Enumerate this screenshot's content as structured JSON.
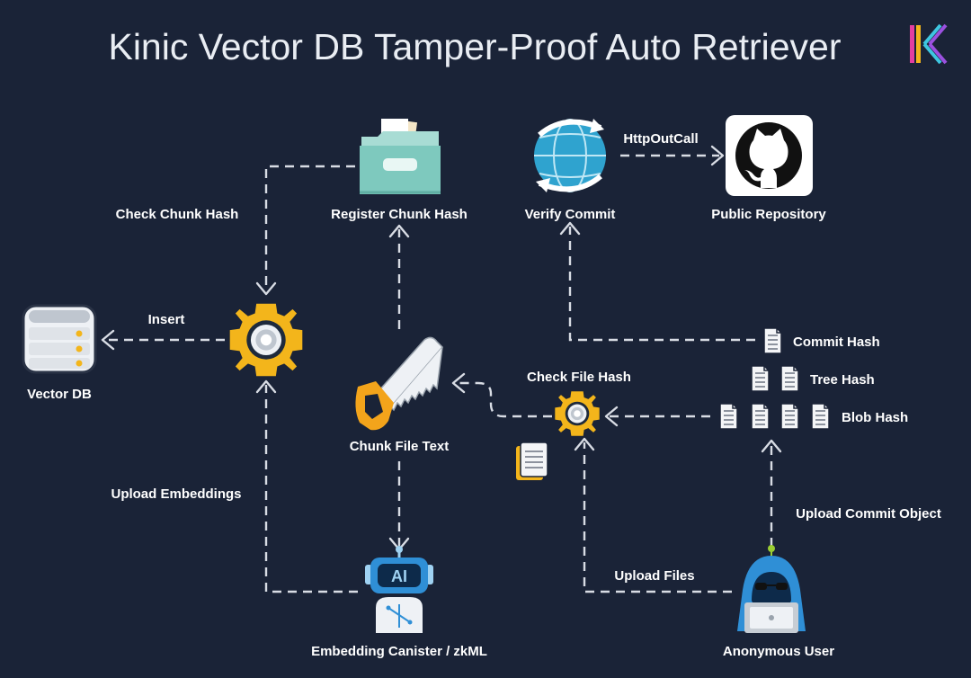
{
  "title": "Kinic Vector DB Tamper-Proof Auto Retriever",
  "brand": {
    "logo": "K",
    "colors": [
      "#e43ea0",
      "#f3b51b",
      "#3ec6e0",
      "#9b51e0"
    ]
  },
  "nodes": {
    "vector_db": "Vector DB",
    "register_chunk_hash": "Register Chunk Hash",
    "verify_commit": "Verify Commit",
    "public_repository": "Public Repository",
    "chunk_file_text": "Chunk File Text",
    "check_file_hash": "Check File Hash",
    "embedding_canister": "Embedding Canister / zkML",
    "anonymous_user": "Anonymous User",
    "commit_hash": "Commit Hash",
    "tree_hash": "Tree Hash",
    "blob_hash": "Blob Hash"
  },
  "edges": {
    "check_chunk_hash": "Check Chunk Hash",
    "insert": "Insert",
    "http_out_call": "HttpOutCall",
    "upload_embeddings": "Upload Embeddings",
    "upload_files": "Upload Files",
    "upload_commit_object": "Upload Commit Object"
  },
  "icons": {
    "database": "database-icon",
    "folder": "folder-icon",
    "globe": "globe-sync-icon",
    "github": "github-icon",
    "gear": "gear-icon",
    "saw": "saw-icon",
    "robot": "ai-robot-icon",
    "hacker": "hacker-icon",
    "document": "document-icon"
  },
  "colors": {
    "background": "#1a2337",
    "gear": "#f3b51b",
    "folder": "#a8dcd4",
    "globe": "#2fa3cf",
    "robot": "#2f8fd6",
    "saw_handle": "#f3a41b",
    "arrow": "#d8dce4"
  }
}
